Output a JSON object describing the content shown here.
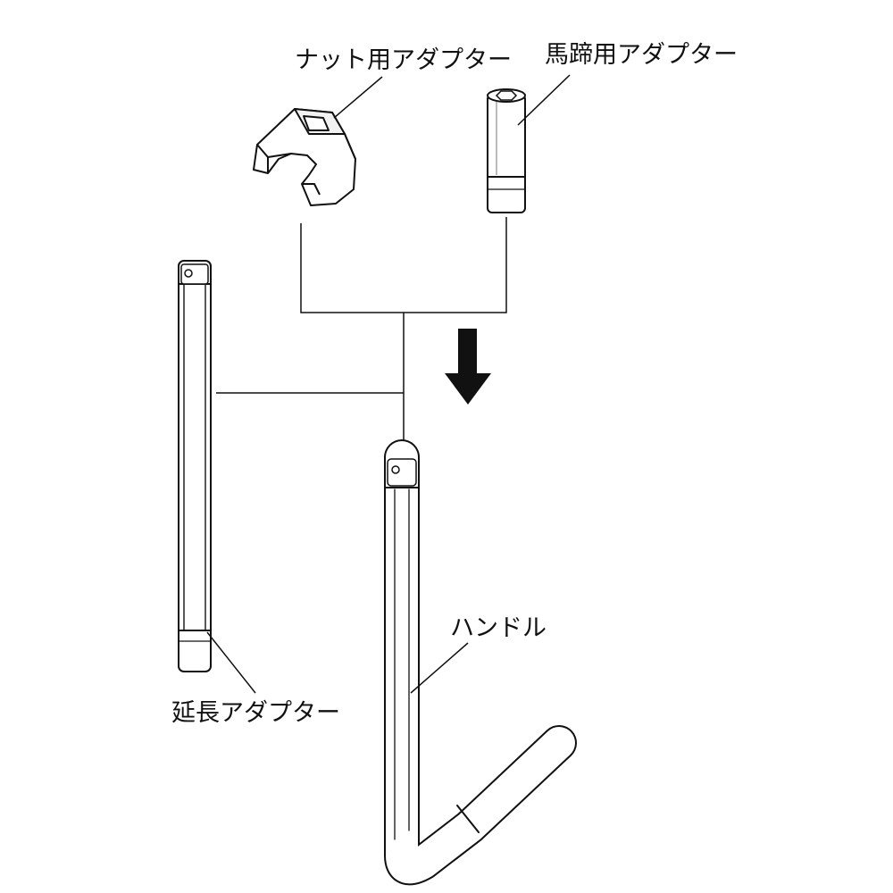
{
  "labels": {
    "nut_adapter": "ナット用アダプター",
    "hoof_adapter": "馬蹄用アダプター",
    "extension_adapter": "延長アダプター",
    "handle": "ハンドル"
  },
  "colors": {
    "ink": "#111111",
    "fill": "#ffffff",
    "shade": "#eeeeee"
  },
  "icons": {
    "down_arrow": "down-arrow-icon"
  }
}
